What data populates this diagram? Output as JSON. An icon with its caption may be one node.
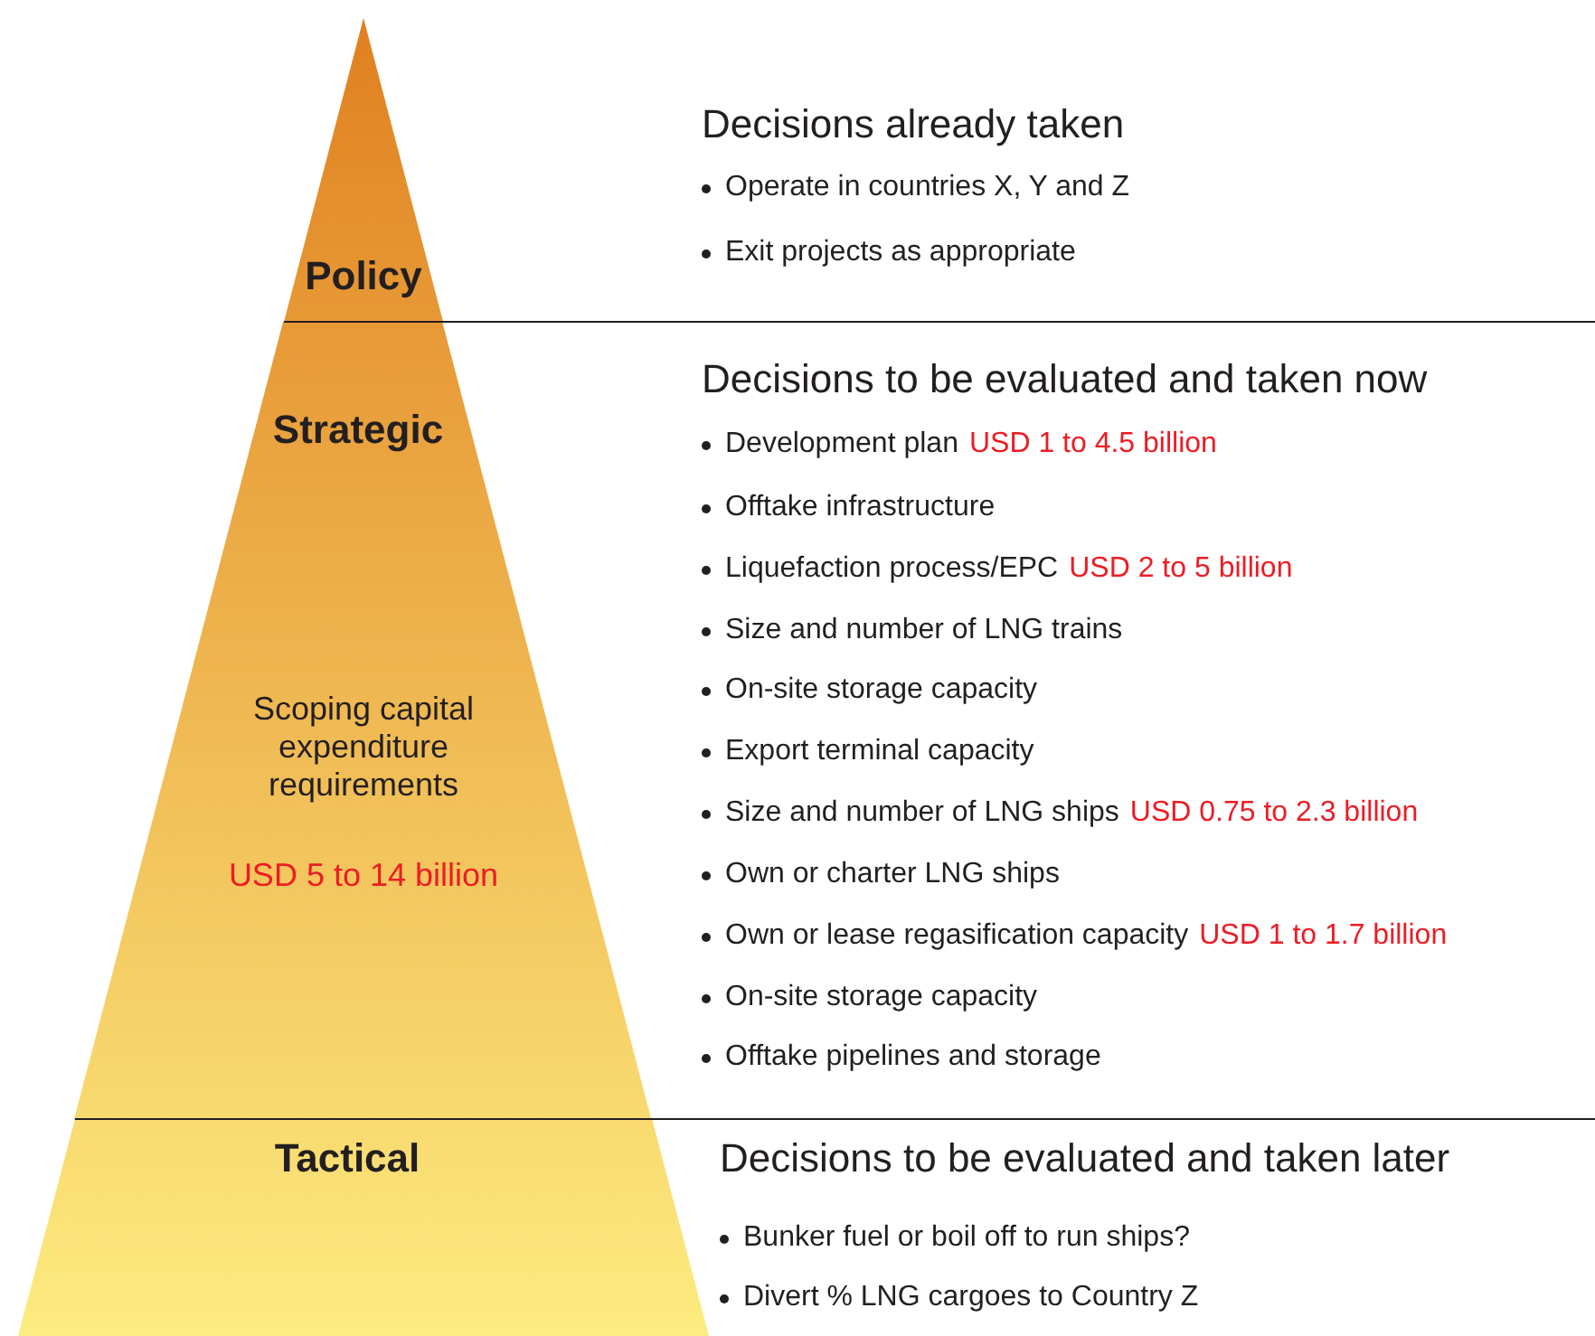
{
  "diagram": {
    "nodes": [
      {
        "text": [
          "Policy"
        ]
      },
      {
        "text": [
          "Strategic",
          "Scoping capital expenditure requirements",
          "USD 5 to 14 billion"
        ]
      },
      {
        "text": [
          "Tactical"
        ]
      }
    ],
    "edges": [],
    "labels": [
      "Decisions already taken",
      "Operate in countries X, Y and Z",
      "Exit projects as appropriate",
      "Decisions to be evaluated and taken now",
      "Development plan",
      "USD 1 to 4.5 billion",
      "Offtake infrastructure",
      "Liquefaction process/EPC",
      "USD 2 to 5 billion",
      "Size and number of LNG trains",
      "On-site storage capacity",
      "Export terminal capacity",
      "Size and number of LNG ships",
      "USD 0.75 to 2.3 billion",
      "Own or charter LNG ships",
      "Own or lease regasification capacity",
      "USD 1 to 1.7 billion",
      "On-site storage capacity",
      "Offtake pipelines and storage",
      "Decisions to be evaluated and taken later",
      "Bunker fuel or boil off to run ships?",
      "Divert % LNG cargoes to Country Z"
    ]
  }
}
